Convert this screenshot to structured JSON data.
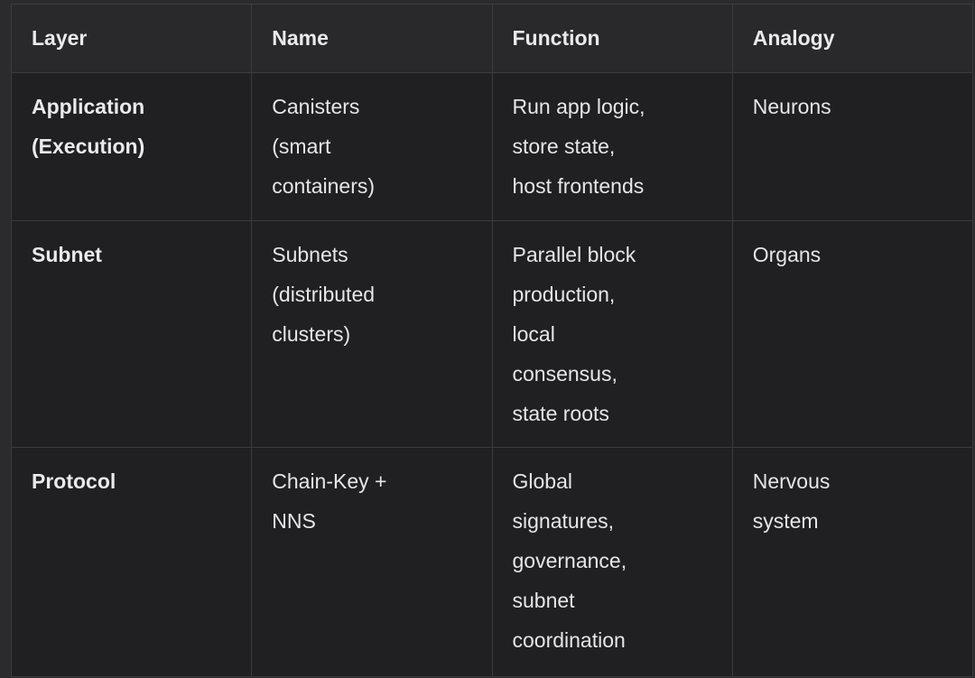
{
  "table": {
    "columns": [
      "Layer",
      "Name",
      "Function",
      "Analogy"
    ],
    "rows": [
      {
        "cells": [
          "Application\n(Execution)",
          "Canisters\n(smart\ncontainers)",
          "Run app logic,\nstore state,\nhost frontends",
          "Neurons"
        ]
      },
      {
        "cells": [
          "Subnet",
          "Subnets\n(distributed\nclusters)",
          "Parallel block\nproduction,\nlocal\nconsensus,\nstate roots",
          "Organs"
        ]
      },
      {
        "cells": [
          "Protocol",
          "Chain-Key +\nNNS",
          "Global\nsignatures,\ngovernance,\nsubnet\ncoordination",
          "Nervous\nsystem"
        ]
      }
    ]
  },
  "colors": {
    "page_background": "#2b2b2d",
    "header_background": "#29292b",
    "cell_background": "#202022",
    "border": "#3c3c3e",
    "text": "#e6e6e8"
  }
}
